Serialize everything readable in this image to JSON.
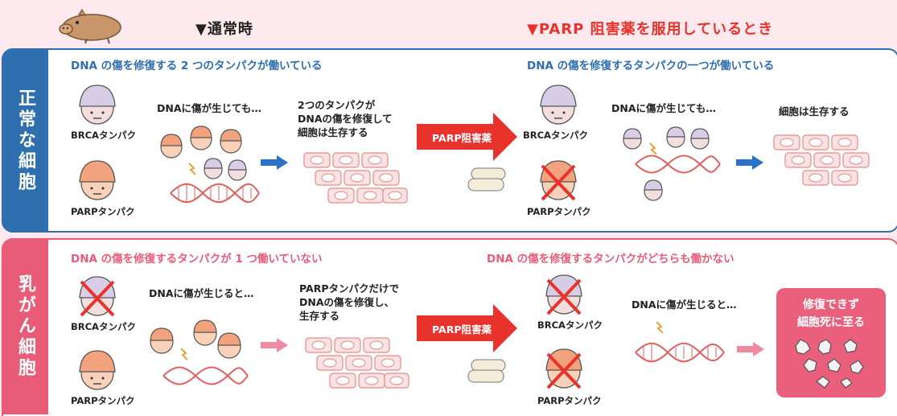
{
  "headers": {
    "normal": "▼通常時",
    "parp": "▼PARP 阻害薬を服用しているとき"
  },
  "colors": {
    "blue": "#2f6fb0",
    "pink": "#e85c78",
    "red": "#e8322c",
    "arrow_blue": "#2b73c2",
    "arrow_pink": "#f08aa0"
  },
  "top": {
    "side_label": "正常な細胞",
    "normal_sub": "DNA の傷を修復する 2 つのタンパクが働いている",
    "parp_sub": "DNA の傷を修復するタンパクの一つが働いている",
    "brca": "BRCAタンパク",
    "parp": "PARPタンパク",
    "damage": "DNAに傷が生じても…",
    "repair": "2つのタンパクが\nDNAの傷を修復して\n細胞は生存する",
    "drug": "PARP阻害薬",
    "brca2": "BRCAタンパク",
    "parp2": "PARPタンパク",
    "damage2": "DNAに傷が生じても…",
    "survive": "細胞は生存する"
  },
  "bottom": {
    "side_label": "乳がん細胞",
    "normal_sub": "DNA の傷を修復するタンパクが 1 つ働いていない",
    "parp_sub": "DNA の傷を修復するタンパクがどちらも働かない",
    "brca": "BRCAタンパク",
    "parp": "PARPタンパク",
    "damage": "DNAに傷が生じると…",
    "repair": "PARPタンパクだけで\nDNAの傷を修復し、\n生存する",
    "drug": "PARP阻害薬",
    "brca2": "BRCAタンパク",
    "parp2": "PARPタンパク",
    "damage2": "DNAに傷が生じると…",
    "result": "修復できず\n細胞死に至る"
  }
}
